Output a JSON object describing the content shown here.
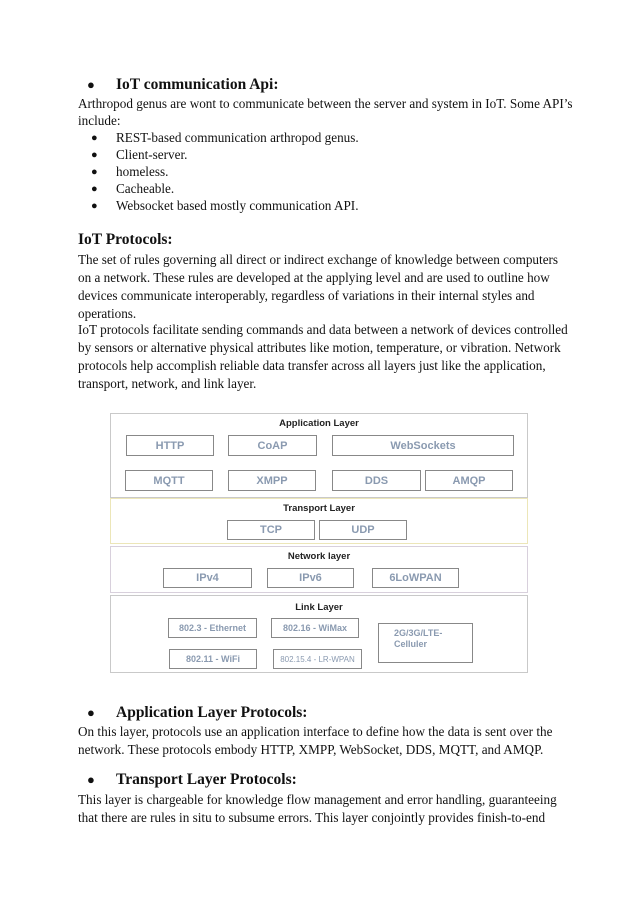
{
  "section1": {
    "heading": "IoT communication Api:",
    "intro": [
      "Arthropod genus are wont to communicate between the server and system in IoT. Some API’s",
      "include:"
    ],
    "items": [
      "REST-based communication arthropod genus.",
      "Client-server.",
      "homeless.",
      "Cacheable.",
      "Websocket based mostly communication API."
    ]
  },
  "section2": {
    "heading": "IoT Protocols:",
    "lines": [
      "The set of rules governing all direct or indirect exchange of knowledge between computers",
      "on a network. These rules are developed at the applying level and are used to outline how",
      "devices communicate interoperably, regardless of variations in their internal styles and",
      "operations.",
      "IoT protocols facilitate sending commands and data between a network of devices controlled",
      "by sensors or alternative physical attributes like motion, temperature, or vibration. Network",
      "protocols help accomplish reliable data transfer across all layers just like the application,",
      "transport, network, and link layer."
    ]
  },
  "diagram": {
    "application": {
      "title": "Application Layer",
      "protocols": [
        "HTTP",
        "CoAP",
        "WebSockets",
        "MQTT",
        "XMPP",
        "DDS",
        "AMQP"
      ]
    },
    "transport": {
      "title": "Transport Layer",
      "protocols": [
        "TCP",
        "UDP"
      ]
    },
    "network": {
      "title": "Network layer",
      "protocols": [
        "IPv4",
        "IPv6",
        "6LoWPAN"
      ]
    },
    "link": {
      "title": "Link Layer",
      "protocols": [
        "802.3 - Ethernet",
        "802.16 - WiMax",
        "802.11 - WiFi",
        "802.15.4 - LR-WPAN",
        "2G/3G/LTE-\nCelluler"
      ]
    },
    "colors": {
      "transport_border": "#ece6b8",
      "network_border": "#d8d0dc",
      "box_text": "#8a9ab0"
    }
  },
  "section3": {
    "heading": "Application Layer Protocols:",
    "lines": [
      "On this layer, protocols use an application interface to define how the data is sent over the",
      "network. These protocols embody HTTP, XMPP, WebSocket,  DDS, MQTT, and AMQP."
    ]
  },
  "section4": {
    "heading": "Transport Layer Protocols:",
    "lines": [
      "This layer is chargeable for knowledge flow management and error handling, guaranteeing",
      "that there are rules in situ to subsume errors. This layer conjointly provides finish-to-end"
    ]
  },
  "bullet": "●"
}
